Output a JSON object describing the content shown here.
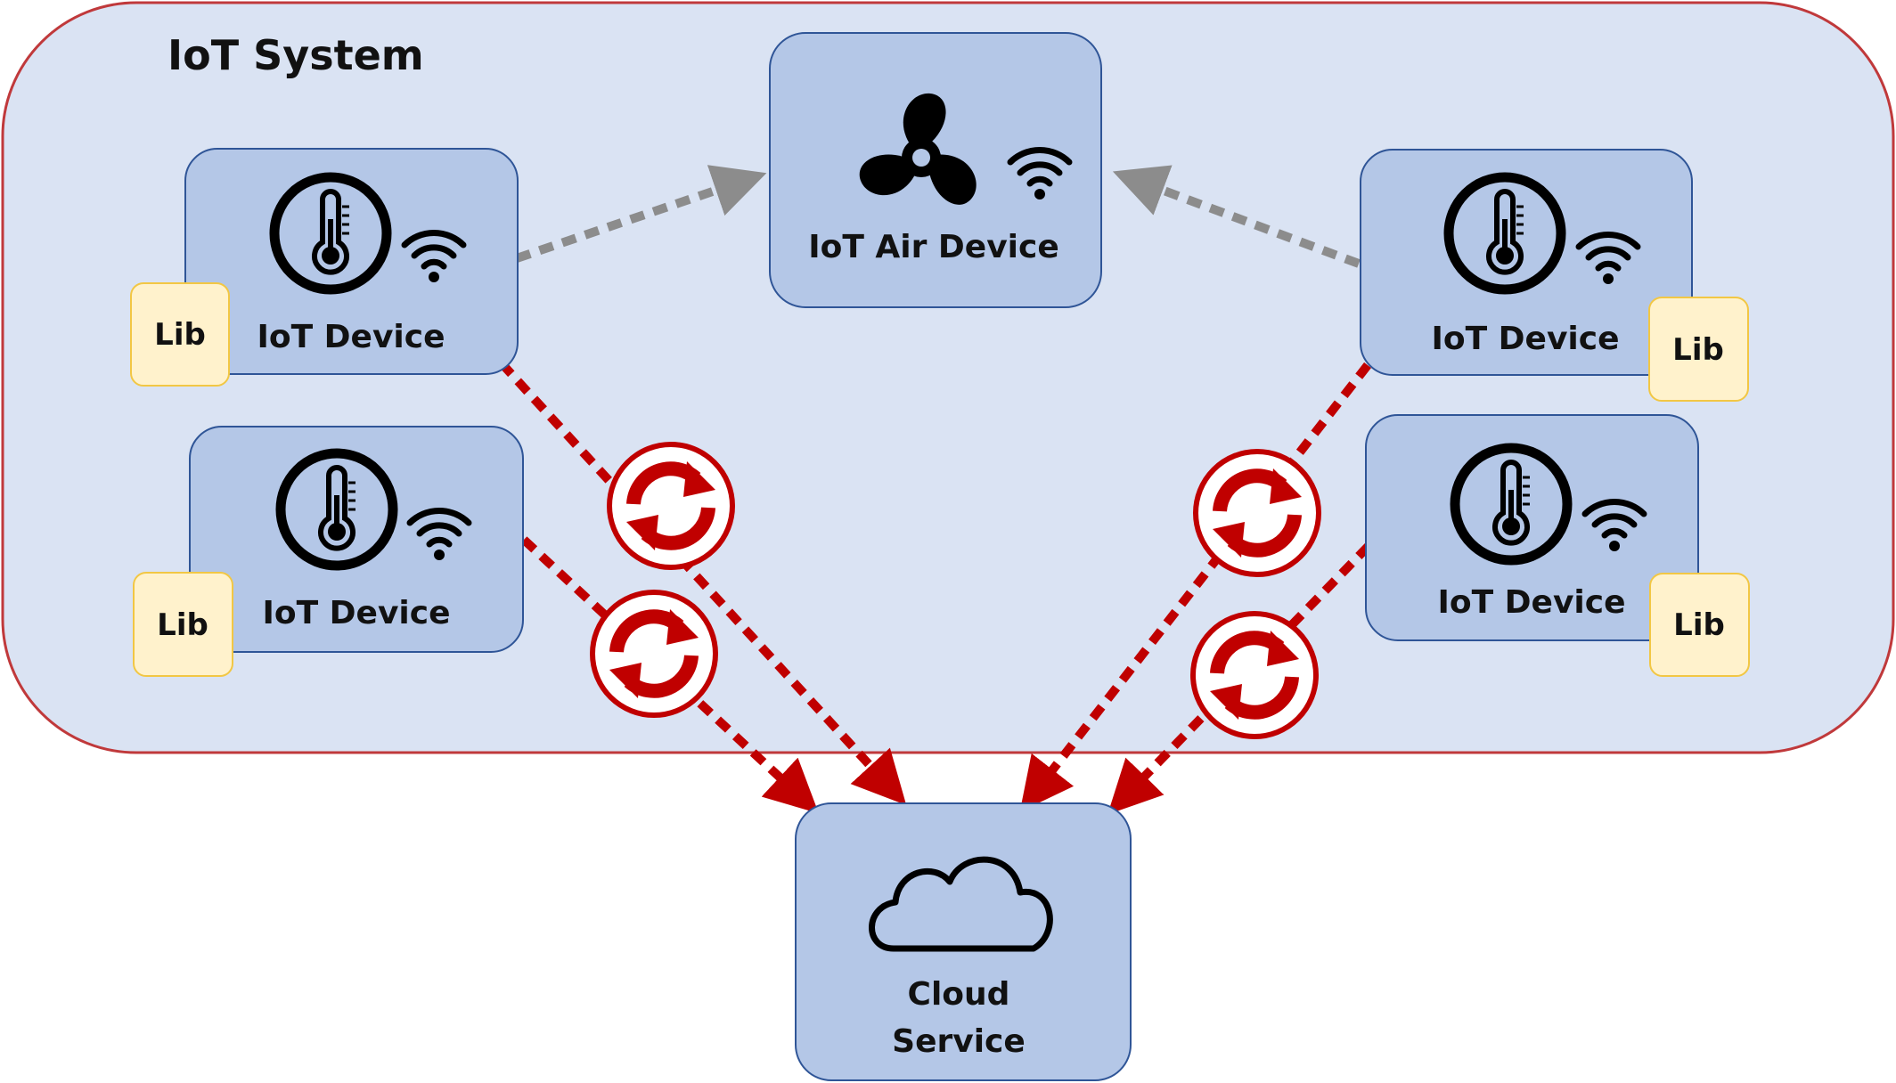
{
  "system": {
    "title": "IoT System"
  },
  "air_device": {
    "label": "IoT Air Device",
    "icon": "fan-icon",
    "wifi_icon": "wifi-icon"
  },
  "devices": [
    {
      "label": "IoT Device",
      "lib": "Lib",
      "icon": "thermometer-icon",
      "wifi_icon": "wifi-icon"
    },
    {
      "label": "IoT Device",
      "lib": "Lib",
      "icon": "thermometer-icon",
      "wifi_icon": "wifi-icon"
    },
    {
      "label": "IoT Device",
      "lib": "Lib",
      "icon": "thermometer-icon",
      "wifi_icon": "wifi-icon"
    },
    {
      "label": "IoT Device",
      "lib": "Lib",
      "icon": "thermometer-icon",
      "wifi_icon": "wifi-icon"
    }
  ],
  "cloud": {
    "label_line1": "Cloud",
    "label_line2": "Service",
    "icon": "cloud-icon"
  },
  "sync_icon": "sync-icon",
  "colors": {
    "system_fill": "#dae3f3",
    "system_border": "#c0393b",
    "node_fill": "#b4c7e7",
    "node_border": "#2f5597",
    "lib_fill": "#fff2cc",
    "lib_border": "#f2c744",
    "sync_arrow": "#c00000",
    "device_arrow": "#8c8c8c"
  }
}
